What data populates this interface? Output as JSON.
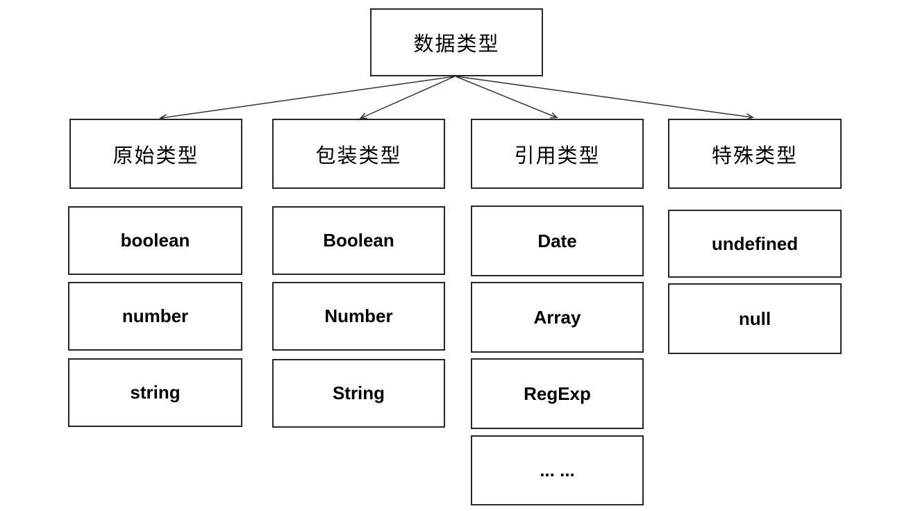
{
  "diagram": {
    "root": {
      "label": "数据类型"
    },
    "columns": [
      {
        "category": "原始类型",
        "items": [
          "boolean",
          "number",
          "string"
        ]
      },
      {
        "category": "包装类型",
        "items": [
          "Boolean",
          "Number",
          "String"
        ]
      },
      {
        "category": "引用类型",
        "items": [
          "Date",
          "Array",
          "RegExp",
          "... ..."
        ]
      },
      {
        "category": "特殊类型",
        "items": [
          "undefined",
          "null"
        ]
      }
    ],
    "colors": {
      "background": "#ffffff",
      "box_border": "#262626",
      "text": "#000000",
      "arrow": "#333333"
    }
  }
}
